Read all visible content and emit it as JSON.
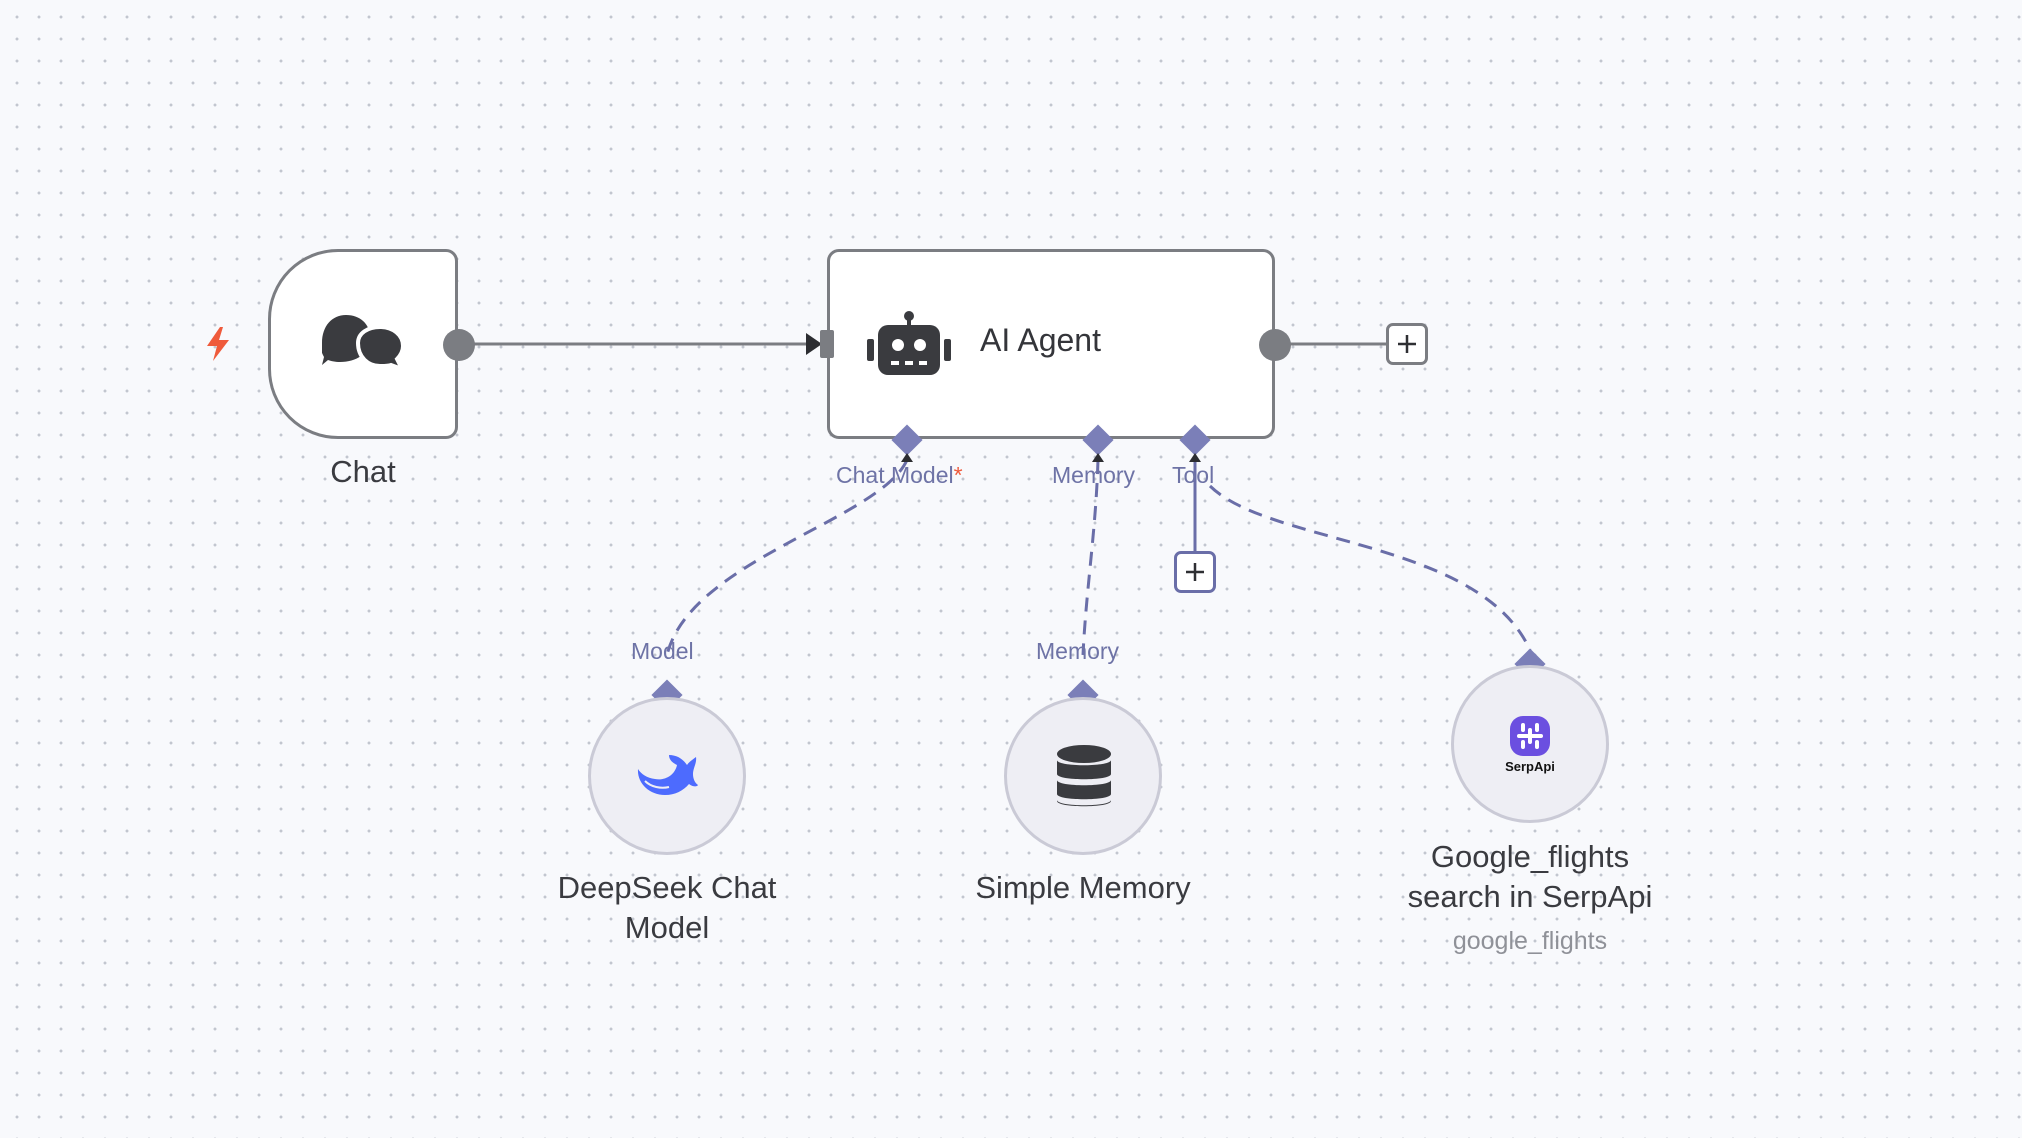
{
  "nodes": {
    "chat_trigger": {
      "label": "Chat",
      "icon": "chat-bubbles-icon"
    },
    "ai_agent": {
      "title": "AI Agent",
      "icon": "robot-icon",
      "ports": {
        "chat_model": "Chat Model",
        "chat_model_required": "*",
        "memory": "Memory",
        "tool": "Tool"
      }
    },
    "deepseek": {
      "line1": "DeepSeek Chat",
      "line2": "Model",
      "port": "Model",
      "icon": "deepseek-whale-icon"
    },
    "simple_memory": {
      "label": "Simple Memory",
      "port": "Memory",
      "icon": "database-icon"
    },
    "serpapi": {
      "line1": "Google_flights",
      "line2": "search in SerpApi",
      "subtitle": "google_flights",
      "logo_text": "SerpApi",
      "icon": "serpapi-logo-icon"
    }
  },
  "colors": {
    "canvas": "#f8f9fc",
    "node_border": "#7b7d82",
    "connection": "#6a6ea8",
    "trigger_bolt": "#ef5a3b",
    "deepseek_blue": "#4d6bfe",
    "serpapi_purple": "#6b4fe0"
  }
}
